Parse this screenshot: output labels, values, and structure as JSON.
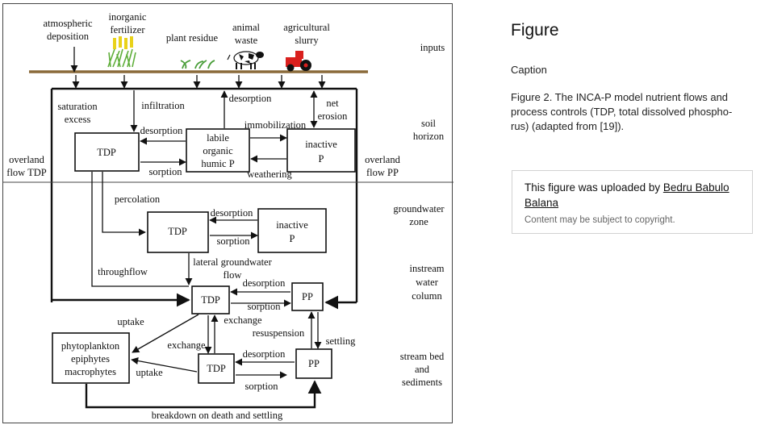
{
  "figure": {
    "labels": {
      "atmospheric_1": "atmospheric",
      "atmospheric_2": "deposition",
      "inorganic_1": "inorganic",
      "inorganic_2": "fertilizer",
      "plant_residue": "plant residue",
      "animal_1": "animal",
      "animal_2": "waste",
      "agri_1": "agricultural",
      "agri_2": "slurry",
      "inputs": "inputs",
      "saturation_1": "saturation",
      "saturation_2": "excess",
      "infiltration": "infiltration",
      "desorption_top": "desorption",
      "net_1": "net",
      "net_2": "erosion",
      "soil_1": "soil",
      "soil_2": "horizon",
      "desorption_soil": "desorption",
      "immobilization": "immobilization",
      "sorption_soil": "sorption",
      "weathering": "weathering",
      "overland_tdp_1": "overland",
      "overland_tdp_2": "flow TDP",
      "overland_pp_1": "overland",
      "overland_pp_2": "flow PP",
      "percolation": "percolation",
      "groundwater_1": "groundwater",
      "groundwater_2": "zone",
      "desorption_gw": "desorption",
      "sorption_gw": "sorption",
      "throughflow": "throughflow",
      "lateral_1": "lateral groundwater",
      "lateral_2": "flow",
      "desorption_in": "desorption",
      "sorption_in": "sorption",
      "instream_1": "instream",
      "instream_2": "water",
      "instream_3": "column",
      "uptake_top": "uptake",
      "exchange_r": "exchange",
      "exchange_l": "exchange",
      "resuspension": "resuspension",
      "settling": "settling",
      "uptake_bottom": "uptake",
      "desorption_bed": "desorption",
      "sorption_bed": "sorption",
      "stream_1": "stream bed",
      "stream_2": "and",
      "stream_3": "sediments",
      "breakdown": "breakdown on death and settling"
    },
    "boxes": {
      "soil_tdp": "TDP",
      "labile_1": "labile",
      "labile_2": "organic",
      "labile_3": "humic P",
      "inactive_soil_1": "inactive",
      "inactive_soil_2": "P",
      "gw_tdp": "TDP",
      "inactive_gw_1": "inactive",
      "inactive_gw_2": "P",
      "in_tdp": "TDP",
      "in_pp": "PP",
      "phyto_1": "phytoplankton",
      "phyto_2": "epiphytes",
      "phyto_3": "macrophytes",
      "bed_tdp": "TDP",
      "bed_pp": "PP"
    }
  },
  "sidebar": {
    "heading": "Figure",
    "caption_label": "Caption",
    "caption_text": "Figure 2. The INCA-P model nutrient flows and process controls (TDP, total dissolved phospho- rus) (adapted from [19]).",
    "upload_prefix": "This figure was uploaded by ",
    "uploader": "Bedru Babulo Balana",
    "copyright": "Content may be subject to copyright."
  }
}
